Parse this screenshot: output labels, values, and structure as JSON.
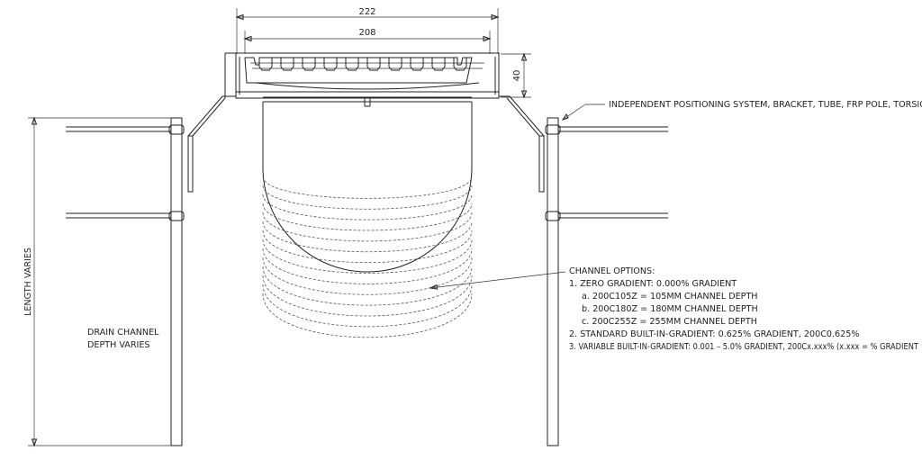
{
  "dimensions": {
    "overall_width": "222",
    "inner_width": "208",
    "height": "40"
  },
  "labels": {
    "length": "LENGTH VARIES",
    "depth_line1": "DRAIN CHANNEL",
    "depth_line2": "DEPTH VARIES",
    "positioning": "INDEPENDENT POSITIONING SYSTEM, BRACKET, TUBE, FRP POLE, TORSION SPRINGS"
  },
  "channel_options": {
    "title": "CHANNEL OPTIONS:",
    "lines": [
      "1. ZERO GRADIENT: 0.000% GRADIENT",
      "a. 200C105Z = 105MM CHANNEL DEPTH",
      "b. 200C180Z = 180MM CHANNEL DEPTH",
      "c. 200C255Z = 255MM CHANNEL DEPTH",
      "2. STANDARD BUILT-IN-GRADIENT: 0.625% GRADIENT, 200C0.625%",
      "3. VARIABLE BUILT-IN-GRADIENT: 0.001 – 5.0% GRADIENT, 200Cx.xxx% (x.xxx = % GRADIENT"
    ]
  }
}
